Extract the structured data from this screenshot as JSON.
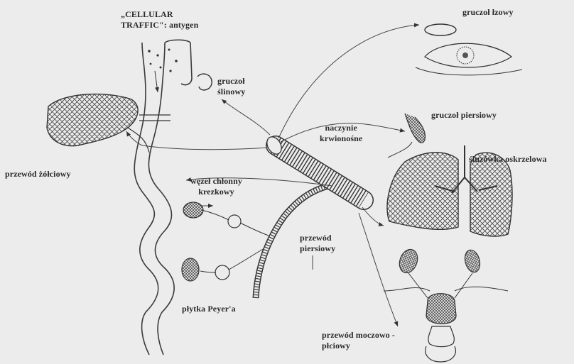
{
  "labels": {
    "cellular_traffic": "„CELLULAR\nTRAFFIC\": antygen",
    "salivary_gland": "gruczoł\nślinowy",
    "lacrimal_gland": "gruczoł łzowy",
    "mammary_gland": "gruczoł piersiowy",
    "blood_vessel": "naczynie\nkrwionośne",
    "bronchial_mucosa": "śluzówka oskrzelowa",
    "bile_duct": "przewód żółciowy",
    "mesenteric_node": "węzeł chłonny\nkrezkowy",
    "thoracic_duct": "przewód\npiersiowy",
    "peyers_patch": "płytka Peyer'a",
    "urogenital_tract": "przewód moczowo -\npłciowy"
  },
  "colors": {
    "background": "#ececec",
    "ink": "#3a3a3a",
    "text": "#2a2a2a"
  }
}
